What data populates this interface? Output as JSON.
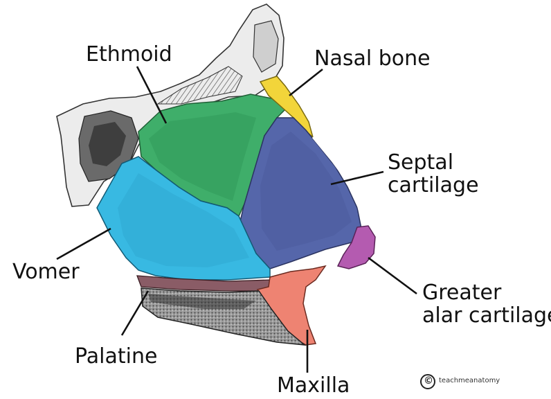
{
  "labels": {
    "ethmoid": "Ethmoid",
    "nasal_bone": "Nasal bone",
    "septal_cartilage_line1": "Septal",
    "septal_cartilage_line2": "cartilage",
    "vomer": "Vomer",
    "greater_alar_line1": "Greater",
    "greater_alar_line2": "alar cartilage",
    "palatine": "Palatine",
    "maxilla": "Maxilla"
  },
  "watermark": {
    "symbol": "©",
    "text": "teachmeanatomy"
  },
  "colors": {
    "ethmoid": "#3fae6a",
    "nasal_bone": "#f2d53a",
    "septal_cartilage": "#5566aa",
    "vomer": "#38b9e2",
    "greater_alar_cartilage": "#b45bb0",
    "maxilla": "#ee8372",
    "palatine": "#8a5c66",
    "leader_line": "#111111"
  }
}
